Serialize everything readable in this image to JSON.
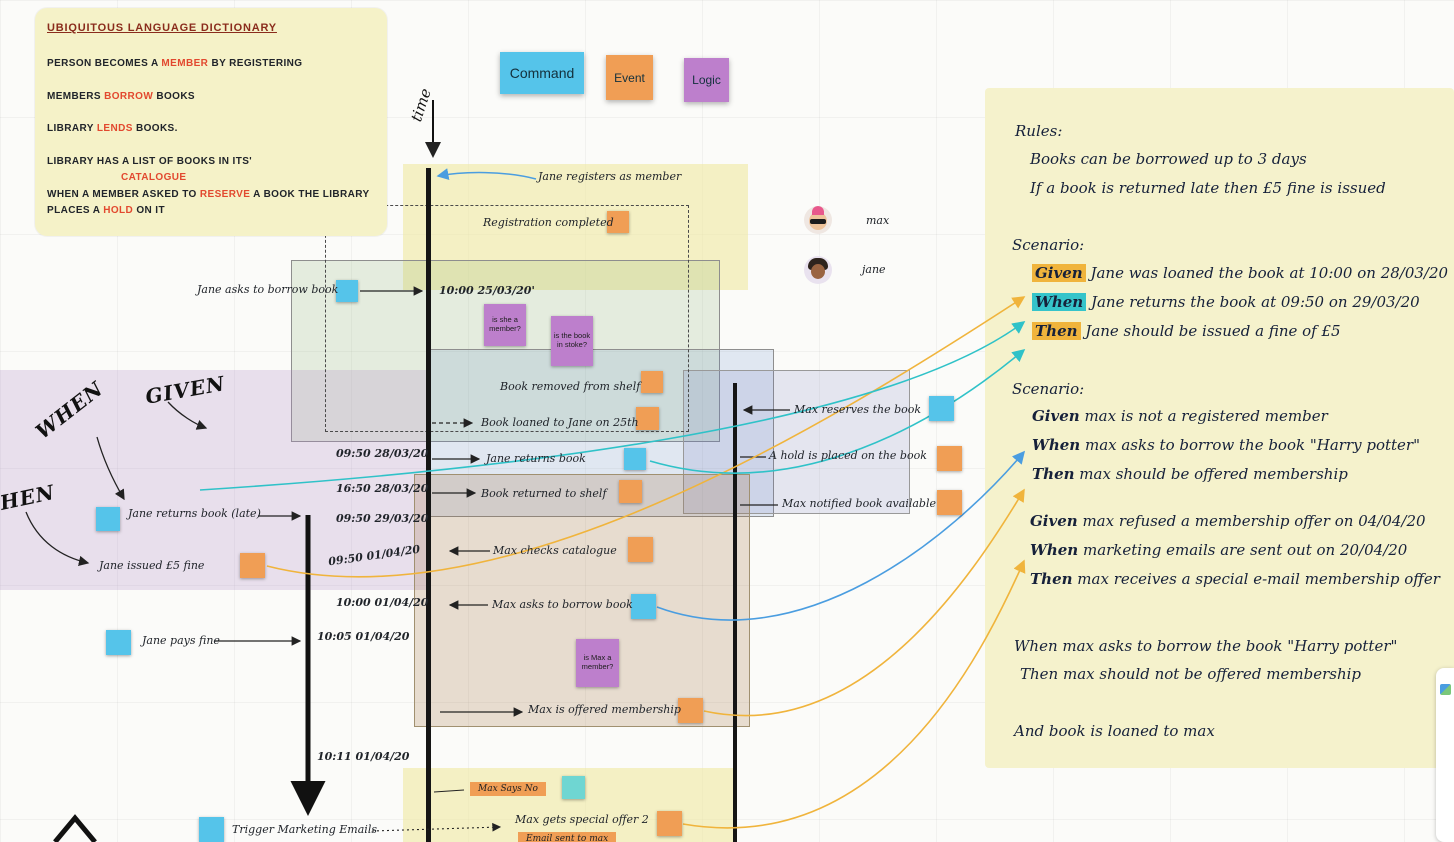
{
  "dictionary": {
    "title": "Ubiquitous Language Dictionary",
    "l1a": "Person becomes a ",
    "l1b": "member",
    "l1c": " by registering",
    "l2a": "Members ",
    "l2b": "borrow",
    "l2c": " books",
    "l3a": "Library ",
    "l3b": "lends",
    "l3c": " books.",
    "l4a": "Library has a list of books in its' ",
    "l4b": "catalogue",
    "l5a": "When a member asked to ",
    "l5b": "reserve",
    "l5c": " a book the library places a ",
    "l5d": "hold",
    "l5e": " on it"
  },
  "legend": {
    "command": "Command",
    "event": "Event",
    "logic": "Logic"
  },
  "timeline": {
    "time_label": "time",
    "times": {
      "t1": "10:00 25/03/20'",
      "t2": "09:50 28/03/20",
      "t3": "16:50 28/03/20",
      "t4": "09:50 29/03/20",
      "t5": "09:50 01/04/20",
      "t6": "10:00 01/04/20",
      "t7": "10:05 01/04/20",
      "t8": "10:11 01/04/20"
    }
  },
  "avatars": {
    "max": "max",
    "jane": "jane"
  },
  "gwt": {
    "given": "GIVEN",
    "when": "WHEN",
    "then": "THEN"
  },
  "events": {
    "jane_registers": "Jane registers as member",
    "registration_completed": "Registration completed",
    "jane_asks_borrow": "Jane asks to borrow book",
    "book_removed": "Book removed from shelf",
    "book_loaned": "Book loaned to Jane on 25th",
    "jane_returns": "Jane returns book",
    "book_returned_shelf": "Book returned to shelf",
    "jane_returns_late": "Jane returns book (late)",
    "jane_issued_fine": "Jane issued £5 fine",
    "max_checks_catalogue": "Max checks catalogue",
    "max_asks_borrow": "Max asks to borrow book",
    "jane_pays_fine": "Jane pays fine",
    "max_offered_membership": "Max is offered membership",
    "max_says_no": "Max Says No",
    "max_special_offer": "Max  gets special offer 2",
    "trigger_marketing": "Trigger Marketing Emails",
    "email_sent": "Email sent to max",
    "max_reserves": "Max reserves the book",
    "hold_placed": "A hold is placed on the book",
    "max_notified": "Max notified book available"
  },
  "logic_notes": {
    "is_she_member": "is she a member?",
    "is_book_in_stock": "is the book in stoke?",
    "is_max_member": "is Max a member?"
  },
  "panel": {
    "rules_title": "Rules:",
    "rule1": "Books can be borrowed up to 3 days",
    "rule2": "If a book is returned late then £5 fine is issued",
    "scenario1_title": "Scenario:",
    "s1_given_kw": "Given",
    "s1_given": " Jane was loaned the book at 10:00 on 28/03/20",
    "s1_when_kw": "When",
    "s1_when": " Jane returns the  book at  09:50 on 29/03/20",
    "s1_then_kw": "Then",
    "s1_then": " Jane should be issued a fine of £5",
    "scenario2_title": "Scenario:",
    "s2_given_kw": "Given",
    "s2_given": " max is not a registered member",
    "s2_when_kw": "When",
    "s2_when": " max asks to borrow the book \"Harry potter\"",
    "s2_then_kw": "Then",
    "s2_then": " max should be offered membership",
    "s3_given_kw": "Given",
    "s3_given": " max refused a membership offer on 04/04/20",
    "s3_when_kw": "When",
    "s3_when": " marketing emails are sent out on 20/04/20",
    "s3_then_kw": "Then",
    "s3_then": " max receives a special e-mail membership offer",
    "extra_when": "When max asks to borrow the book \"Harry potter\"",
    "extra_then": "Then max should not be offered membership",
    "extra_and": "And book is loaned to max"
  },
  "colors": {
    "sticky_blue": "#55c4ea",
    "sticky_orange": "#f09e55",
    "sticky_purple": "#bd7fcc",
    "sticky_teal": "#6fd6d2",
    "highlight_orange": "#f0b43c",
    "highlight_teal": "#35c4ca",
    "note_yellow": "#f5f2c8",
    "red_term": "#e2492f",
    "connector_blue": "#4a9de0",
    "connector_cyan": "#2fc2c8",
    "connector_yellow": "#f0b43c"
  }
}
